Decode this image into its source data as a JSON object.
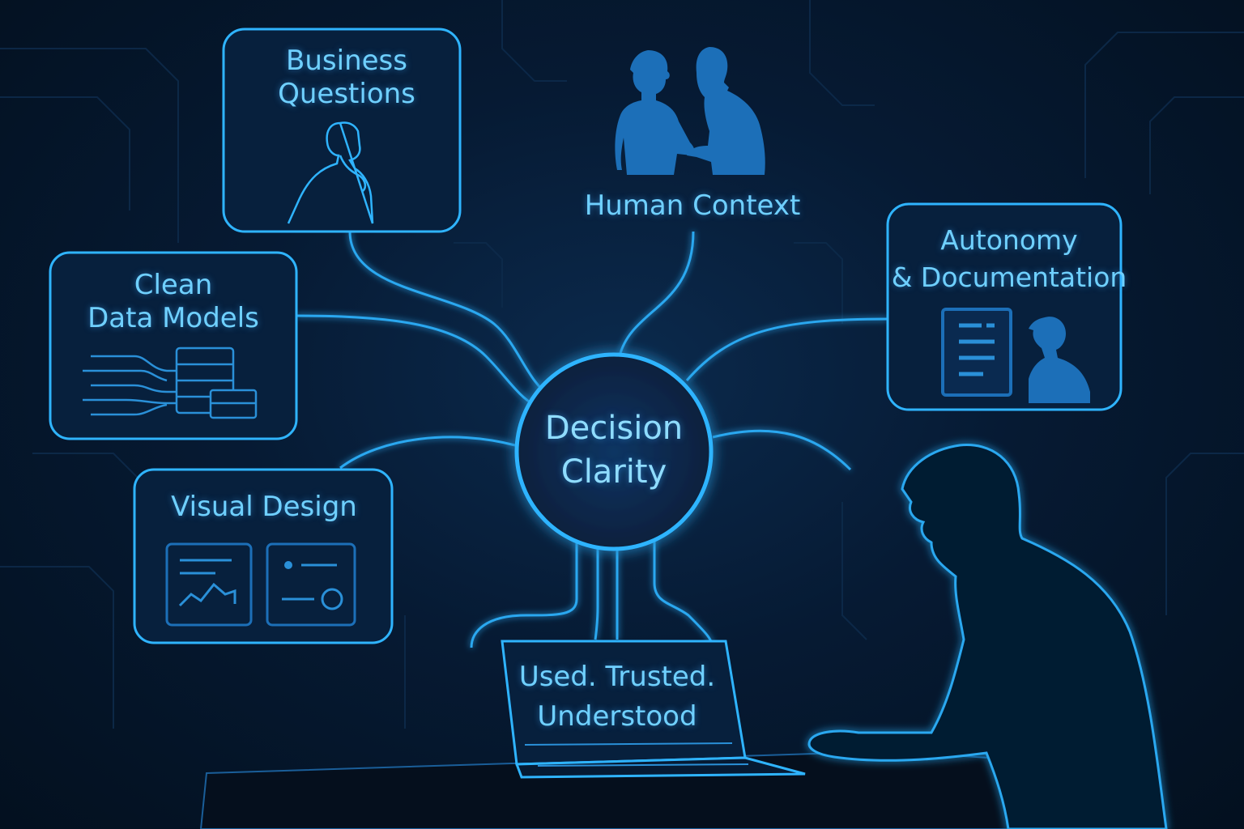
{
  "colors": {
    "background": "#04101f",
    "accent": "#2fb4ff",
    "text": "#6fd0ff",
    "figure": "#1c6fb8",
    "silhouette": "#061a33"
  },
  "center": {
    "line1": "Decision",
    "line2": "Clarity"
  },
  "nodes": {
    "business_questions": {
      "line1": "Business",
      "line2": "Questions",
      "icon": "thinking-person-icon"
    },
    "human_context": {
      "label": "Human Context",
      "icon": "handshake-people-icon"
    },
    "autonomy_documentation": {
      "line1": "Autonomy",
      "line2": "& Documentation",
      "icon": "document-person-icon"
    },
    "clean_data_models": {
      "line1": "Clean",
      "line2": "Data Models",
      "icon": "data-flow-tables-icon"
    },
    "visual_design": {
      "label": "Visual Design",
      "icon": "dashboard-panels-icon"
    },
    "laptop_screen": {
      "line1": "Used. Trusted.",
      "line2": "Understood",
      "icon": "laptop-icon"
    }
  }
}
